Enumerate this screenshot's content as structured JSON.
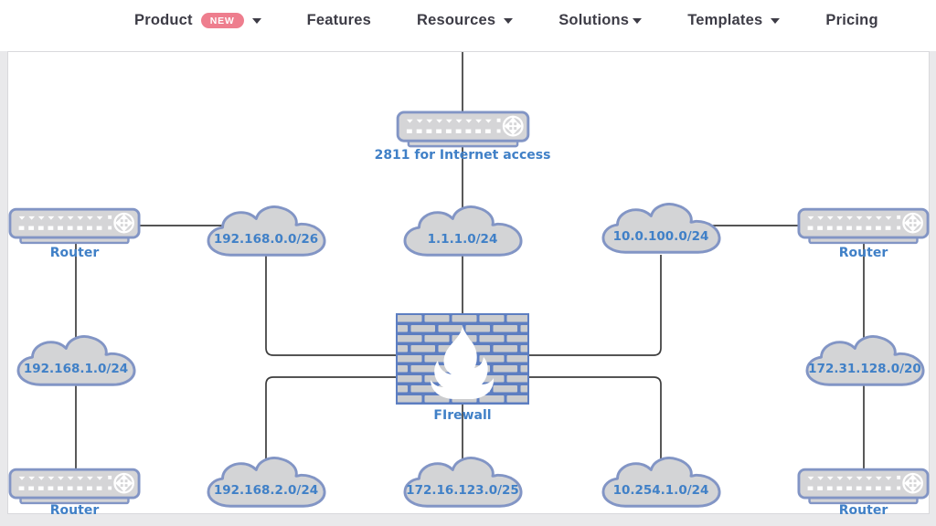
{
  "nav": {
    "items": [
      {
        "label": "Product",
        "badge": "NEW"
      },
      {
        "label": "Features"
      },
      {
        "label": "Resources"
      },
      {
        "label": "Solutions"
      },
      {
        "label": "Templates"
      },
      {
        "label": "Pricing"
      }
    ],
    "badge_color": "#ee7e8e",
    "text_color": "#3d3c46"
  },
  "diagram": {
    "colors": {
      "device_fill": "#d5d5d7",
      "device_stroke": "#8295c5",
      "label_blue": "#4080c7",
      "line": "#3c3c3c",
      "firewall_mortar": "#5d7ec1",
      "brick": "#cbccce"
    },
    "devices": {
      "internet_router": {
        "label": "2811 for Internet access"
      },
      "router_top_left": {
        "label": "Router"
      },
      "router_top_right": {
        "label": "Router"
      },
      "router_bottom_left": {
        "label": "Router"
      },
      "router_bottom_right": {
        "label": "Router"
      },
      "firewall": {
        "label": "FIrewall"
      }
    },
    "clouds": {
      "top_left": {
        "label": "192.168.0.0/26"
      },
      "top_center": {
        "label": "1.1.1.0/24"
      },
      "top_right": {
        "label": "10.0.100.0/24"
      },
      "mid_left": {
        "label": "192.168.1.0/24"
      },
      "mid_right": {
        "label": "172.31.128.0/20"
      },
      "bottom_left": {
        "label": "192.168.2.0/24"
      },
      "bottom_center": {
        "label": "172.16.123.0/25"
      },
      "bottom_right": {
        "label": "10.254.1.0/24"
      }
    }
  }
}
